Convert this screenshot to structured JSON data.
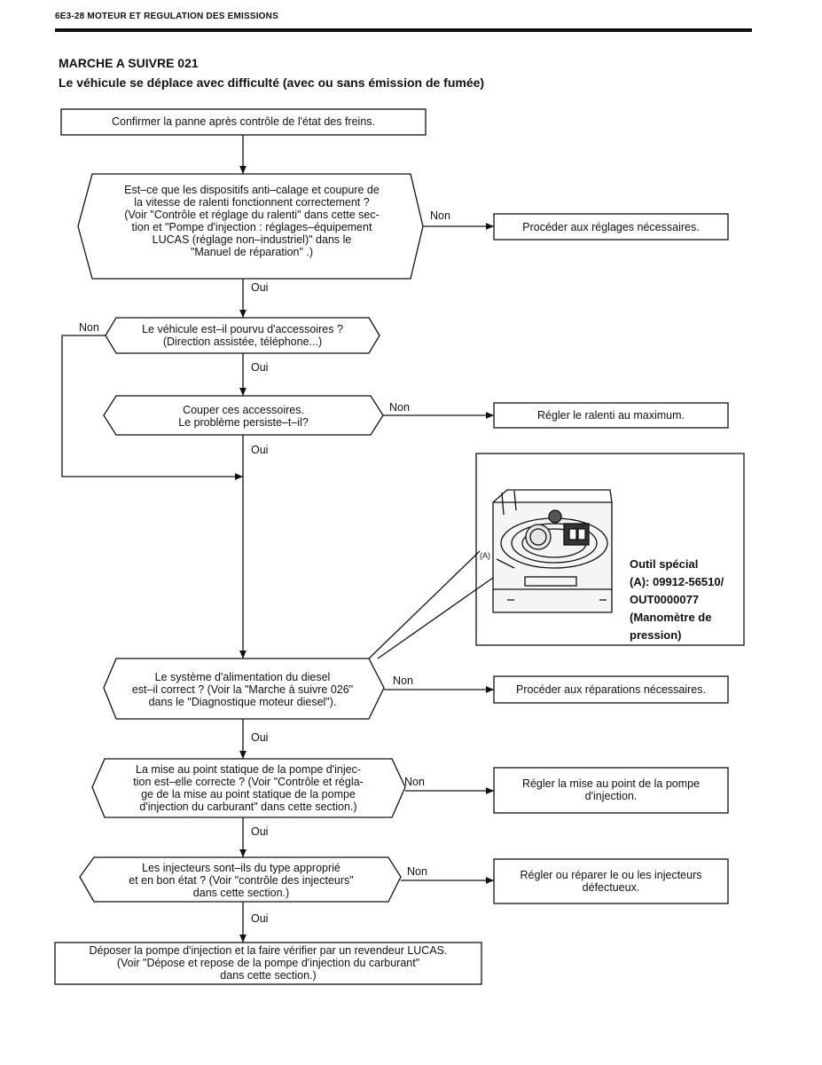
{
  "header": {
    "page_ref": "6E3-28  MOTEUR ET REGULATION DES EMISSIONS"
  },
  "titles": {
    "procedure": "MARCHE A SUIVRE 021",
    "symptom": "Le véhicule se déplace avec difficulté (avec ou sans émission de fumée)"
  },
  "flow": {
    "step_confirm": "Confirmer la panne après contrôle de l'état des freins.",
    "q_idle_devices": "Est–ce que les dispositifs anti–calage et coupure de\nla vitesse de ralenti fonctionnent correctement ?\n(Voir \"Contrôle et réglage du ralenti\" dans cette sec-\ntion et \"Pompe d'injection : réglages–équipement\nLUCAS (réglage non–industriel)\" dans le\n\"Manuel de réparation\" .)",
    "a_adjust": "Procéder aux réglages nécessaires.",
    "q_accessories": "Le véhicule est–il pourvu d'accessoires ?\n(Direction assistée, téléphone...)",
    "q_cut_accessories": "Couper ces accessoires.\nLe problème persiste–t–il?",
    "a_idle_max": "Régler le ralenti au maximum.",
    "q_diesel_supply": "Le système d'alimentation du diesel\nest–il correct ? (Voir la \"Marche à suivre 026\"\ndans le \"Diagnostique moteur diesel\").",
    "a_repairs": "Procéder aux réparations nécessaires.",
    "q_static_timing": "La mise au point statique de la pompe d'injec-\ntion est–elle correcte ? (Voir \"Contrôle et régla-\nge de la mise au point statique de la pompe\nd'injection du carburant\" dans cette section.)",
    "a_timing": "Régler la mise au point de la pompe\nd'injection.",
    "q_injectors": "Les injecteurs sont–ils du type approprié\net en bon état ? (Voir \"contrôle des injecteurs\"\ndans cette section.)",
    "a_injectors": "Régler ou réparer le ou les injecteurs\ndéfectueux.",
    "step_final": "Déposer la pompe d'injection et la faire vérifier par un revendeur LUCAS.\n(Voir \"Dépose et repose de la pompe d'injection du carburant\"\ndans cette section.)",
    "yes": "Oui",
    "no": "Non"
  },
  "special_tool": {
    "label": "Outil spécial\n(A): 09912-56510/\nOUT0000077\n(Manomètre de\npression)",
    "marker": "(A)"
  }
}
